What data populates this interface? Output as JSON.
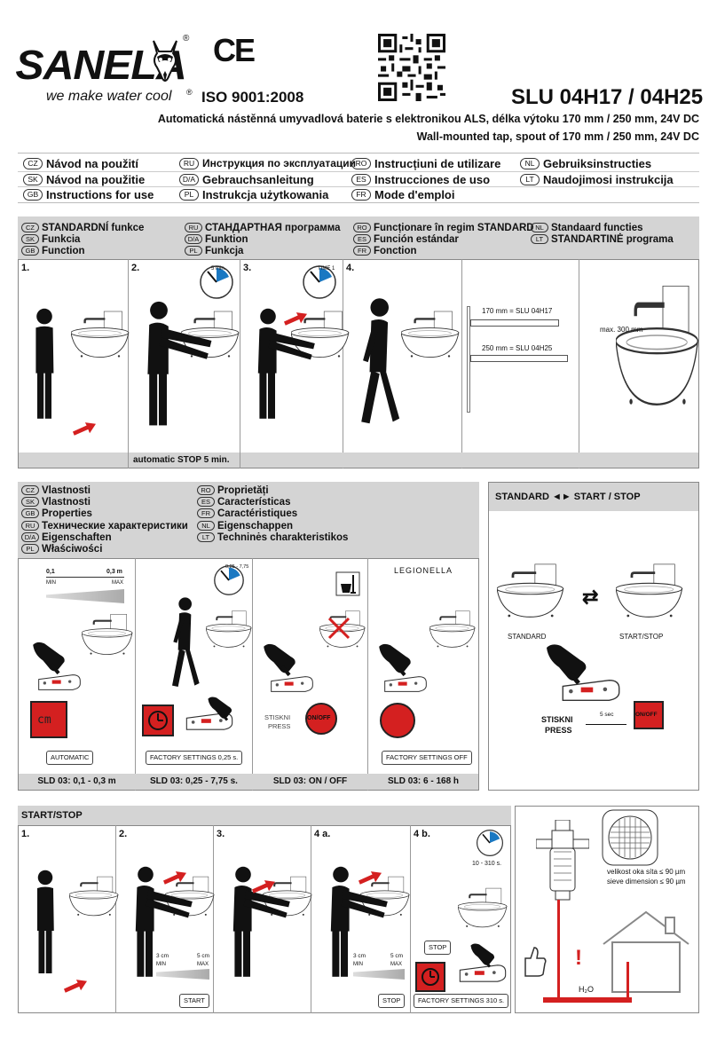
{
  "header": {
    "brand": "SANELA",
    "slogan": "we make water cool",
    "registered": "®",
    "iso": "ISO 9001:2008",
    "ce_mark": "CE",
    "model": "SLU 04H17 / 04H25",
    "description_cz": "Automatická nástěnná umyvadlová baterie s elektronikou ALS, délka výtoku 170 mm / 250 mm, 24V DC",
    "description_en": "Wall-mounted tap, spout of 170 mm / 250 mm, 24V DC"
  },
  "languages": [
    [
      {
        "code": "CZ",
        "label": "Návod na použití"
      },
      {
        "code": "RU",
        "label": "Инструкция по эксплуатации"
      },
      {
        "code": "RO",
        "label": "Instrucțiuni de utilizare"
      },
      {
        "code": "NL",
        "label": "Gebruiksinstructies"
      }
    ],
    [
      {
        "code": "SK",
        "label": "Návod na použitie"
      },
      {
        "code": "D/A",
        "label": "Gebrauchsanleitung"
      },
      {
        "code": "ES",
        "label": "Instrucciones de uso"
      },
      {
        "code": "LT",
        "label": "Naudojimosi instrukcija"
      }
    ],
    [
      {
        "code": "GB",
        "label": "Instructions for use"
      },
      {
        "code": "PL",
        "label": "Instrukcja użytkowania"
      },
      {
        "code": "FR",
        "label": "Mode d'emploi"
      }
    ]
  ],
  "standard_section": {
    "labels": [
      {
        "code": "CZ",
        "label": "STANDARDNÍ funkce"
      },
      {
        "code": "SK",
        "label": "Funkcia"
      },
      {
        "code": "GB",
        "label": "Function"
      },
      {
        "code": "RU",
        "label": "СТАНДАРТНАЯ программа"
      },
      {
        "code": "D/A",
        "label": "Funktion"
      },
      {
        "code": "PL",
        "label": "Funkcja"
      },
      {
        "code": "RO",
        "label": "Funcționare în regim STANDARD"
      },
      {
        "code": "ES",
        "label": "Función estándar"
      },
      {
        "code": "FR",
        "label": "Fonction"
      },
      {
        "code": "NL",
        "label": "Standaard functies"
      },
      {
        "code": "LT",
        "label": "STANDARTINĖ programa"
      }
    ],
    "steps": [
      "1.",
      "2.",
      "3.",
      "4."
    ],
    "timer_step2": "5 min.",
    "timer_step3": "TIME 1",
    "caption": "automatic STOP 5 min.",
    "spout_170": "170 mm = SLU 04H17",
    "spout_250": "250 mm = SLU 04H25",
    "max_height": "max. 300 mm"
  },
  "properties_section": {
    "labels": [
      {
        "code": "CZ",
        "label": "Vlastnosti"
      },
      {
        "code": "SK",
        "label": "Vlastnosti"
      },
      {
        "code": "GB",
        "label": "Properties"
      },
      {
        "code": "RU",
        "label": "Технические характеристики"
      },
      {
        "code": "D/A",
        "label": "Eigenschaften"
      },
      {
        "code": "PL",
        "label": "Właściwości"
      },
      {
        "code": "RO",
        "label": "Proprietăți"
      },
      {
        "code": "ES",
        "label": "Características"
      },
      {
        "code": "FR",
        "label": "Caractéristiques"
      },
      {
        "code": "NL",
        "label": "Eigenschappen"
      },
      {
        "code": "LT",
        "label": "Techninės charakteristikos"
      }
    ],
    "range_min": "0,1",
    "range_max": "0,3 m",
    "min_label": "MIN",
    "max_label": "MAX",
    "timer_range": "0,25 - 7,75",
    "legionella": "LEGIONELLA",
    "cm_label": "cm",
    "on_off": "ON/OFF",
    "stiskni": "STISKNI",
    "press": "PRESS",
    "buttons": [
      "AUTOMATIC",
      "FACTORY SETTINGS 0,25 s.",
      "FACTORY SETTINGS OFF"
    ],
    "captions": [
      "SLD 03: 0,1 - 0,3 m",
      "SLD 03: 0,25 - 7,75 s.",
      "SLD 03: ON / OFF",
      "SLD 03: 6 - 168 h"
    ]
  },
  "standard_startstop": {
    "title": "STANDARD ◄► START / STOP",
    "standard": "STANDARD",
    "start_stop": "START/STOP",
    "stiskni": "STISKNI",
    "press": "PRESS",
    "five_sec": "5 sec",
    "on_off": "ON/OFF"
  },
  "startstop_section": {
    "title": "START/STOP",
    "steps": [
      "1.",
      "2.",
      "3.",
      "4 a.",
      "4 b."
    ],
    "range_left": "3 cm",
    "range_right": "5 cm",
    "min_label": "MIN",
    "max_label": "MAX",
    "timer_range": "10 - 310 s.",
    "buttons": [
      "START",
      "STOP",
      "STOP",
      "FACTORY SETTINGS 310 s."
    ]
  },
  "filter_section": {
    "line1": "velikost oka síta ≤ 90 µm",
    "line2": "sieve dimension ≤ 90 µm",
    "water": "H₂O",
    "warning": "!"
  },
  "colors": {
    "red": "#d42020",
    "band": "#d4d4d4",
    "blue": "#1a78c2"
  }
}
